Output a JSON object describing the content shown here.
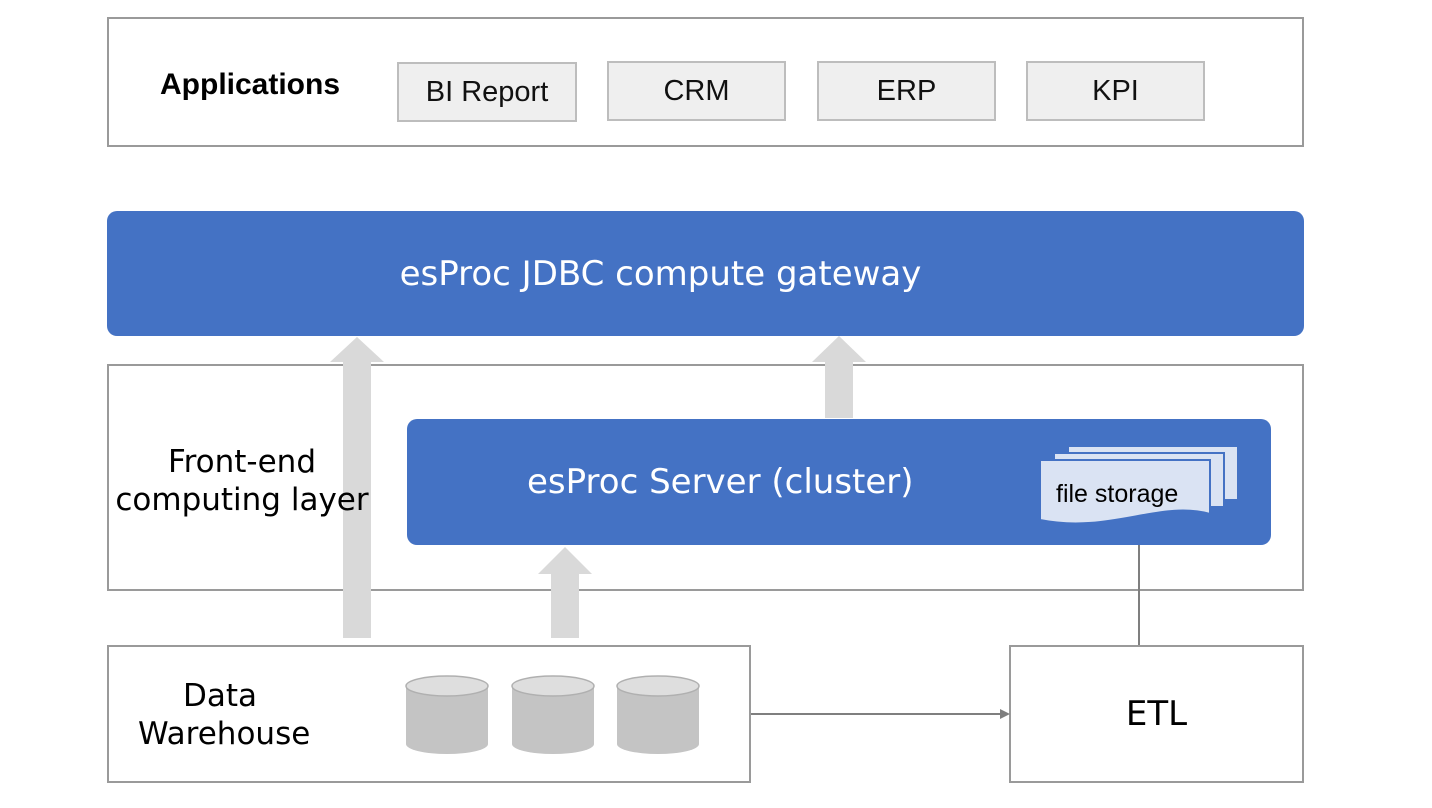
{
  "applications": {
    "label": "Applications",
    "items": [
      "BI Report",
      "CRM",
      "ERP",
      "KPI"
    ]
  },
  "gateway": {
    "label": "esProc JDBC compute gateway"
  },
  "frontend": {
    "label_line1": "Front-end",
    "label_line2": "computing layer",
    "server_label": "esProc Server (cluster)",
    "storage_label": "file storage"
  },
  "warehouse": {
    "label_line1": "Data",
    "label_line2": "Warehouse"
  },
  "etl": {
    "label": "ETL"
  },
  "colors": {
    "accent": "#4472c4",
    "arrow": "#d9d9d9",
    "border": "#9a9a9a",
    "connector": "#7f7f7f"
  }
}
